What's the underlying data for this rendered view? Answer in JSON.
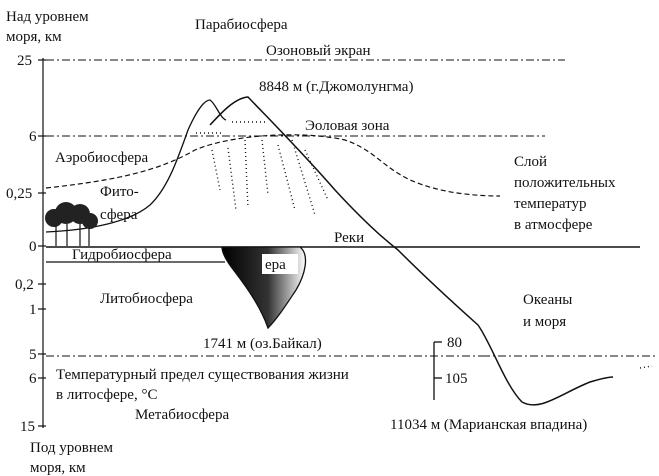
{
  "axis": {
    "top_label_line1": "Над уровнем",
    "top_label_line2": "моря, км",
    "bottom_label_line1": "Под уровнем",
    "bottom_label_line2": "моря, км",
    "ticks": [
      "25",
      "6",
      "0,25",
      "0",
      "0,2",
      "1",
      "5",
      "6",
      "15"
    ]
  },
  "labels": {
    "parabiosphere": "Парабиосфера",
    "ozone": "Озоновый экран",
    "everest": "8848 м (г.Джомолунгма)",
    "eolian": "Эоловая зона",
    "aerobiosphere": "Аэробиосфера",
    "phyto1": "Фито-",
    "phyto2": "сфера",
    "layer1": "Слой",
    "layer2": "положительных",
    "layer3": "температур",
    "layer4": "в атмосфере",
    "rivers": "Реки",
    "hydro": "Гидробиосфера",
    "era": "ера",
    "litho": "Литобиосфера",
    "ocean1": "Океаны",
    "ocean2": "и моря",
    "baikal": "1741 м (оз.Байкал)",
    "temp1": "Температурный предел существования жизни",
    "temp2": "в литосфере, °C",
    "meta": "Метабиосфера",
    "mariana": "11034 м (Марианская впадина)",
    "t80": "80",
    "t105": "105"
  }
}
